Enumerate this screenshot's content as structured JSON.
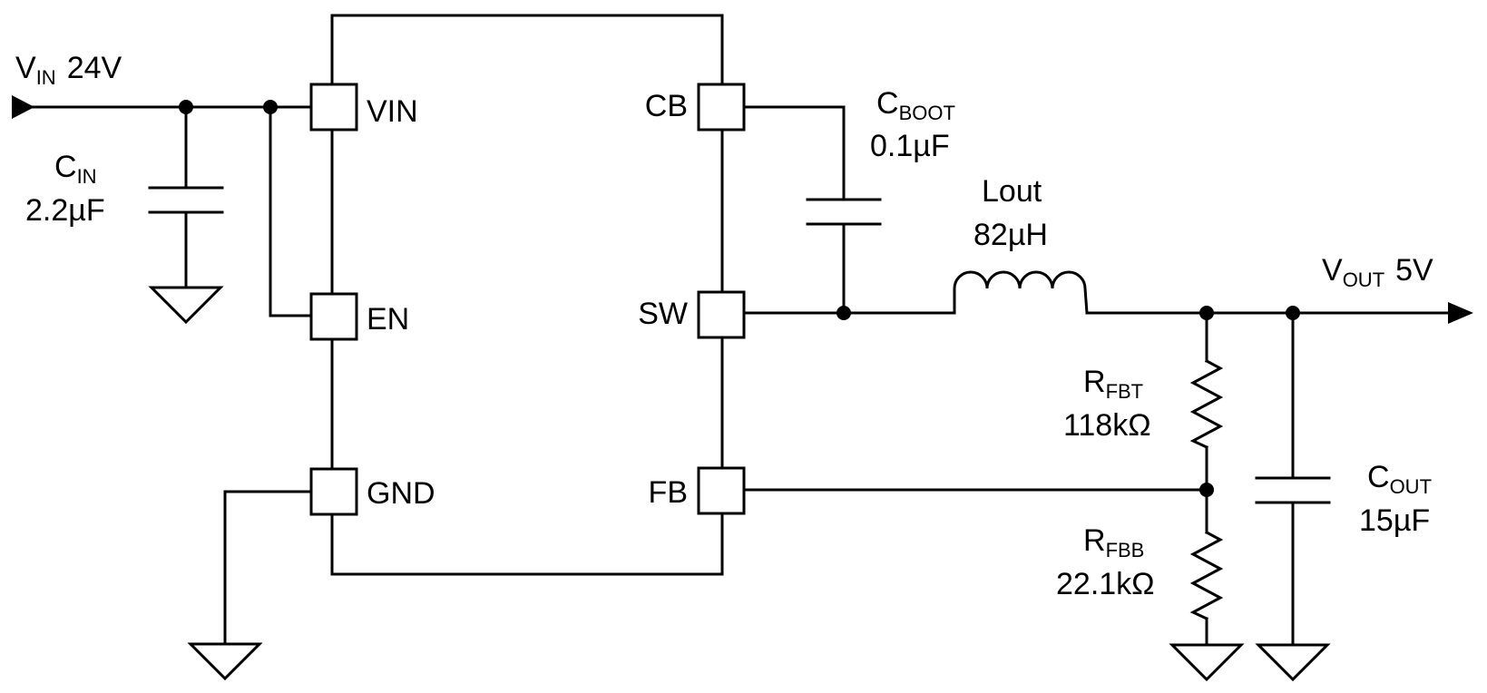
{
  "ic": {
    "pins": {
      "vin": "VIN",
      "en": "EN",
      "gnd": "GND",
      "cb": "CB",
      "sw": "SW",
      "fb": "FB"
    }
  },
  "components": {
    "vin": {
      "main": "V",
      "sub": "IN",
      "value": "24V"
    },
    "cin": {
      "main": "C",
      "sub": "IN",
      "value": "2.2µF"
    },
    "cboot": {
      "main": "C",
      "sub": "BOOT",
      "value": "0.1µF"
    },
    "lout": {
      "name": "Lout",
      "value": "82µH"
    },
    "vout": {
      "main": "V",
      "sub": "OUT",
      "value": "5V"
    },
    "rfbt": {
      "main": "R",
      "sub": "FBT",
      "value": "118kΩ"
    },
    "rfbb": {
      "main": "R",
      "sub": "FBB",
      "value": "22.1kΩ"
    },
    "cout": {
      "main": "C",
      "sub": "OUT",
      "value": "15µF"
    }
  },
  "colors": {
    "line": "#000000",
    "background": "#ffffff"
  }
}
